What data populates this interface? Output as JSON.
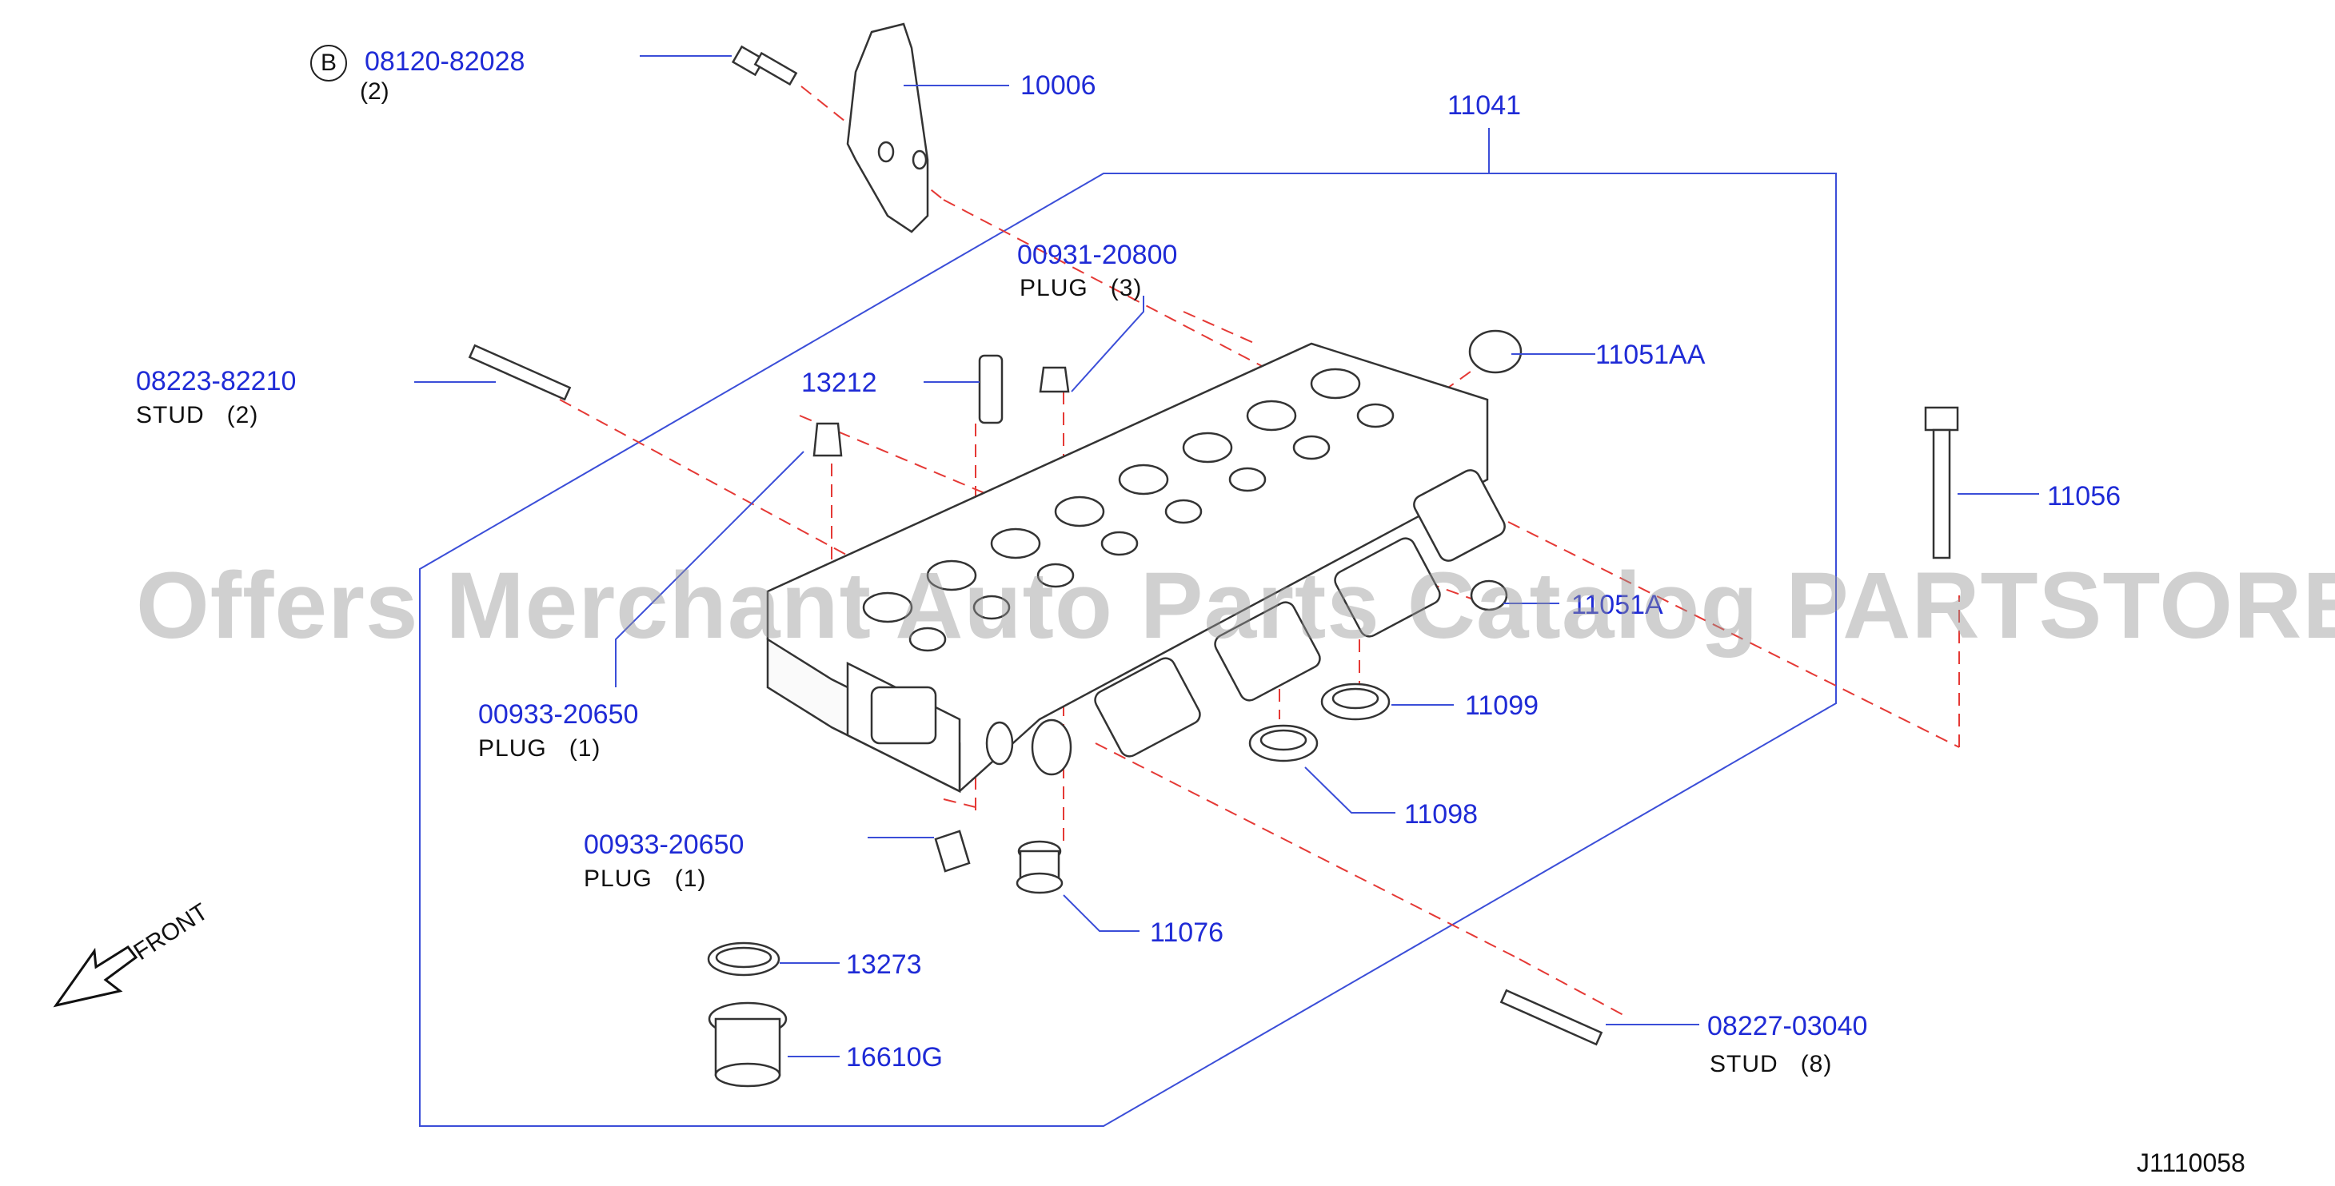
{
  "callouts": [
    {
      "id": "c-08120",
      "part": "08120-82028",
      "badge": "B",
      "desc": "",
      "qty": "(2)"
    },
    {
      "id": "c-10006",
      "part": "10006",
      "desc": "",
      "qty": ""
    },
    {
      "id": "c-11041",
      "part": "11041",
      "desc": "",
      "qty": ""
    },
    {
      "id": "c-00931",
      "part": "00931-20800",
      "desc": "PLUG",
      "qty": "(3)"
    },
    {
      "id": "c-11051AA",
      "part": "11051AA",
      "desc": "",
      "qty": ""
    },
    {
      "id": "c-08223",
      "part": "08223-82210",
      "desc": "STUD",
      "qty": "(2)"
    },
    {
      "id": "c-13212",
      "part": "13212",
      "desc": "",
      "qty": ""
    },
    {
      "id": "c-11056",
      "part": "11056",
      "desc": "",
      "qty": ""
    },
    {
      "id": "c-11051A",
      "part": "11051A",
      "desc": "",
      "qty": ""
    },
    {
      "id": "c-00933a",
      "part": "00933-20650",
      "desc": "PLUG",
      "qty": "(1)"
    },
    {
      "id": "c-11099",
      "part": "11099",
      "desc": "",
      "qty": ""
    },
    {
      "id": "c-11098",
      "part": "11098",
      "desc": "",
      "qty": ""
    },
    {
      "id": "c-00933b",
      "part": "00933-20650",
      "desc": "PLUG",
      "qty": "(1)"
    },
    {
      "id": "c-11076",
      "part": "11076",
      "desc": "",
      "qty": ""
    },
    {
      "id": "c-13273",
      "part": "13273",
      "desc": "",
      "qty": ""
    },
    {
      "id": "c-16610G",
      "part": "16610G",
      "desc": "",
      "qty": ""
    },
    {
      "id": "c-08227",
      "part": "08227-03040",
      "desc": "STUD",
      "qty": "(8)"
    }
  ],
  "front_label": "FRONT",
  "diagram_id": "J1110058",
  "watermark": "Offers Merchant Auto Parts Catalog PARTSTORE.SA",
  "colors": {
    "part_number": "#1f2bd6",
    "leader_line": "#3b4ed8",
    "dashed_line": "#e53935",
    "drawing": "#333333"
  }
}
